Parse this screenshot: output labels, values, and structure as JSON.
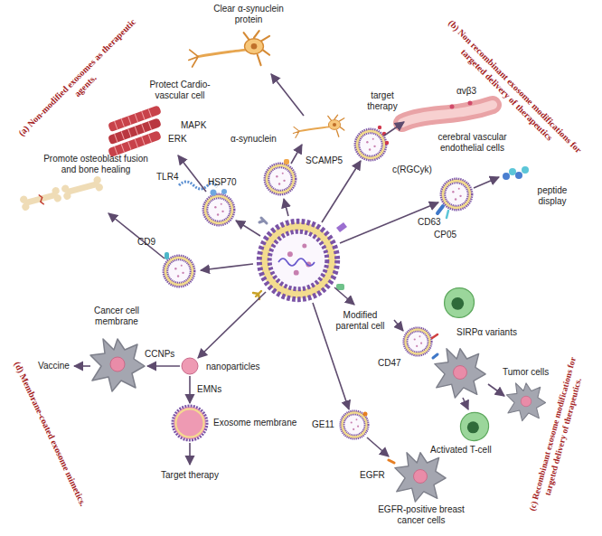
{
  "diagram": {
    "nodes": [
      {
        "text": [
          "(a) Non-modified exosomes as therapeutic agents."
        ]
      },
      {
        "text": [
          "(b) Non recombinant exosome modifications for targeted delivery of therapeutics"
        ]
      },
      {
        "text": [
          "(d) Membrane-coated exosome mimetics."
        ]
      },
      {
        "text": [
          "(c) Recombinant exosome modifications for targeted delivery of therapeutics."
        ]
      }
    ],
    "labels": [
      "Clear α-synuclein protein",
      "Protect Cardio-vascular cell",
      "MAPK",
      "ERK",
      "α-synuclein",
      "SCAMP5",
      "TLR4",
      "HSP70",
      "Promote osteoblast fusion and bone healing",
      "CD9",
      "target therapy",
      "αvβ3",
      "cerebral vascular endothelial cells",
      "c(RGCyk)",
      "CD63",
      "CP05",
      "peptide display",
      "Cancer cell membrane",
      "CCNPs",
      "nanoparticles",
      "Vaccine",
      "EMNs",
      "Exosome membrane",
      "Target therapy",
      "Modified parental cell",
      "SIRPα variants",
      "CD47",
      "Tumor cells",
      "Activated T-cell",
      "GE11",
      "EGFR",
      "EGFR-positive breast cancer cells"
    ]
  }
}
